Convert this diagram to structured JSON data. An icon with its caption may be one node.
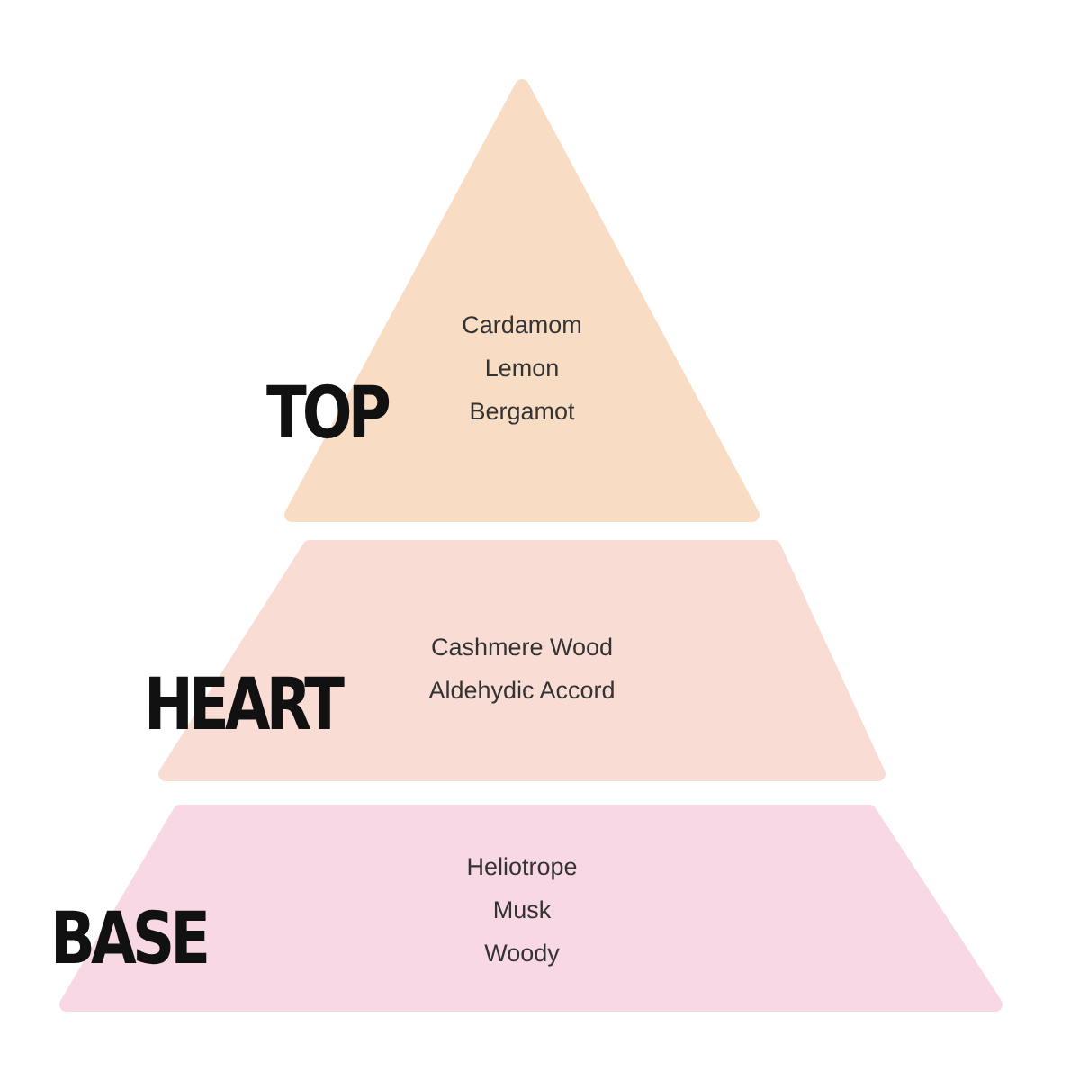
{
  "diagram": {
    "nodes": [
      {
        "text": [
          "TOP",
          "Cardamom",
          "Lemon",
          "Bergamot"
        ]
      },
      {
        "text": [
          "HEART",
          "Cashmere Wood",
          "Aldehydic Accord"
        ]
      },
      {
        "text": [
          "BASE",
          "Heliotrope",
          "Musk",
          "Woody"
        ]
      }
    ]
  }
}
